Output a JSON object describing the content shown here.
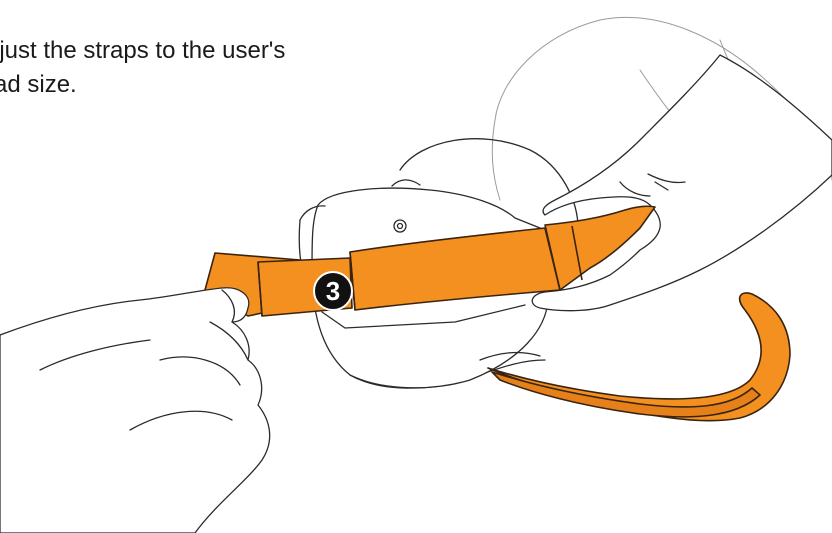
{
  "instruction": {
    "line1": "ljust the straps to the user's",
    "line2": "ad size."
  },
  "step": {
    "number": "3",
    "badge_color": "#111111"
  },
  "colors": {
    "strap": "#F39020",
    "strap_dark": "#E5801A",
    "outline": "#2b2b2b"
  }
}
